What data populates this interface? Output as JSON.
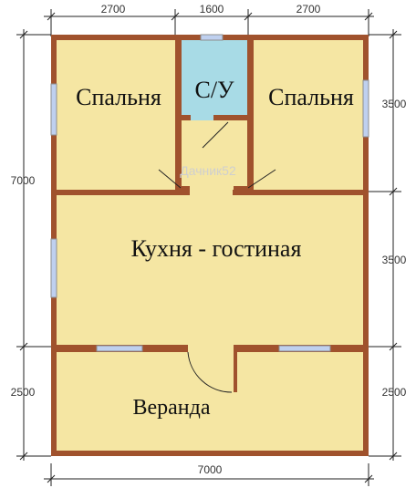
{
  "colors": {
    "floor": "#f5e6a3",
    "wall": "#a0522d",
    "bathroom": "#a8dbe6",
    "window": "#bfd0ef",
    "dimension_line": "#222222"
  },
  "dimensions": {
    "top_left": "2700",
    "top_middle": "1600",
    "top_right": "2700",
    "left_main": "7000",
    "left_veranda": "2500",
    "right_bedrooms": "3500",
    "right_kitchen": "3500",
    "right_veranda": "2500",
    "bottom_total": "7000"
  },
  "rooms": {
    "bedroom_left": "Спальня",
    "bathroom": "С/У",
    "bedroom_right": "Спальня",
    "kitchen_living": "Кухня - гостиная",
    "veranda": "Веранда"
  },
  "watermark": "Дачник52"
}
